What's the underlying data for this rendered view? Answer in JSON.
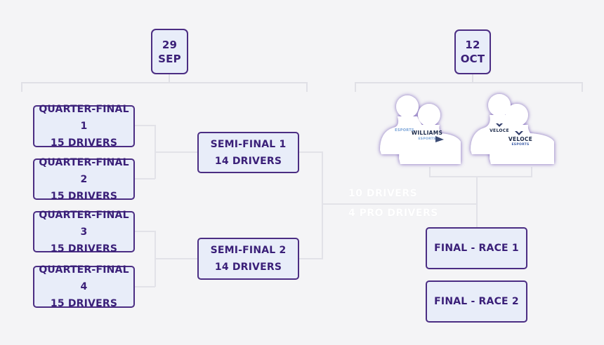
{
  "dates": {
    "left": {
      "day": "29",
      "month": "SEP"
    },
    "right": {
      "day": "12",
      "month": "OCT"
    }
  },
  "quarter_finals": [
    {
      "title": "QUARTER-FINAL 1",
      "drivers": "15 DRIVERS"
    },
    {
      "title": "QUARTER-FINAL 2",
      "drivers": "15 DRIVERS"
    },
    {
      "title": "QUARTER-FINAL 3",
      "drivers": "15 DRIVERS"
    },
    {
      "title": "QUARTER-FINAL 4",
      "drivers": "15 DRIVERS"
    }
  ],
  "semi_finals": [
    {
      "title": "SEMI-FINAL 1",
      "drivers": "14 DRIVERS"
    },
    {
      "title": "SEMI-FINAL 2",
      "drivers": "14 DRIVERS"
    }
  ],
  "final_feed": {
    "line1": "10 DRIVERS",
    "line2": "4 PRO DRIVERS"
  },
  "finals": [
    {
      "title": "FINAL - RACE 1"
    },
    {
      "title": "FINAL - RACE 2"
    }
  ],
  "teams": {
    "williams": {
      "name": "WILLIAMS",
      "sub": "ESPORTS"
    },
    "veloce": {
      "name": "VELOCE",
      "sub": "ESPORTS"
    }
  },
  "colors": {
    "border": "#4b2d83",
    "box_fill": "#e8edf9",
    "text": "#3a1f78",
    "connector": "#e2e2e8",
    "glow": "#8a6fc4"
  }
}
